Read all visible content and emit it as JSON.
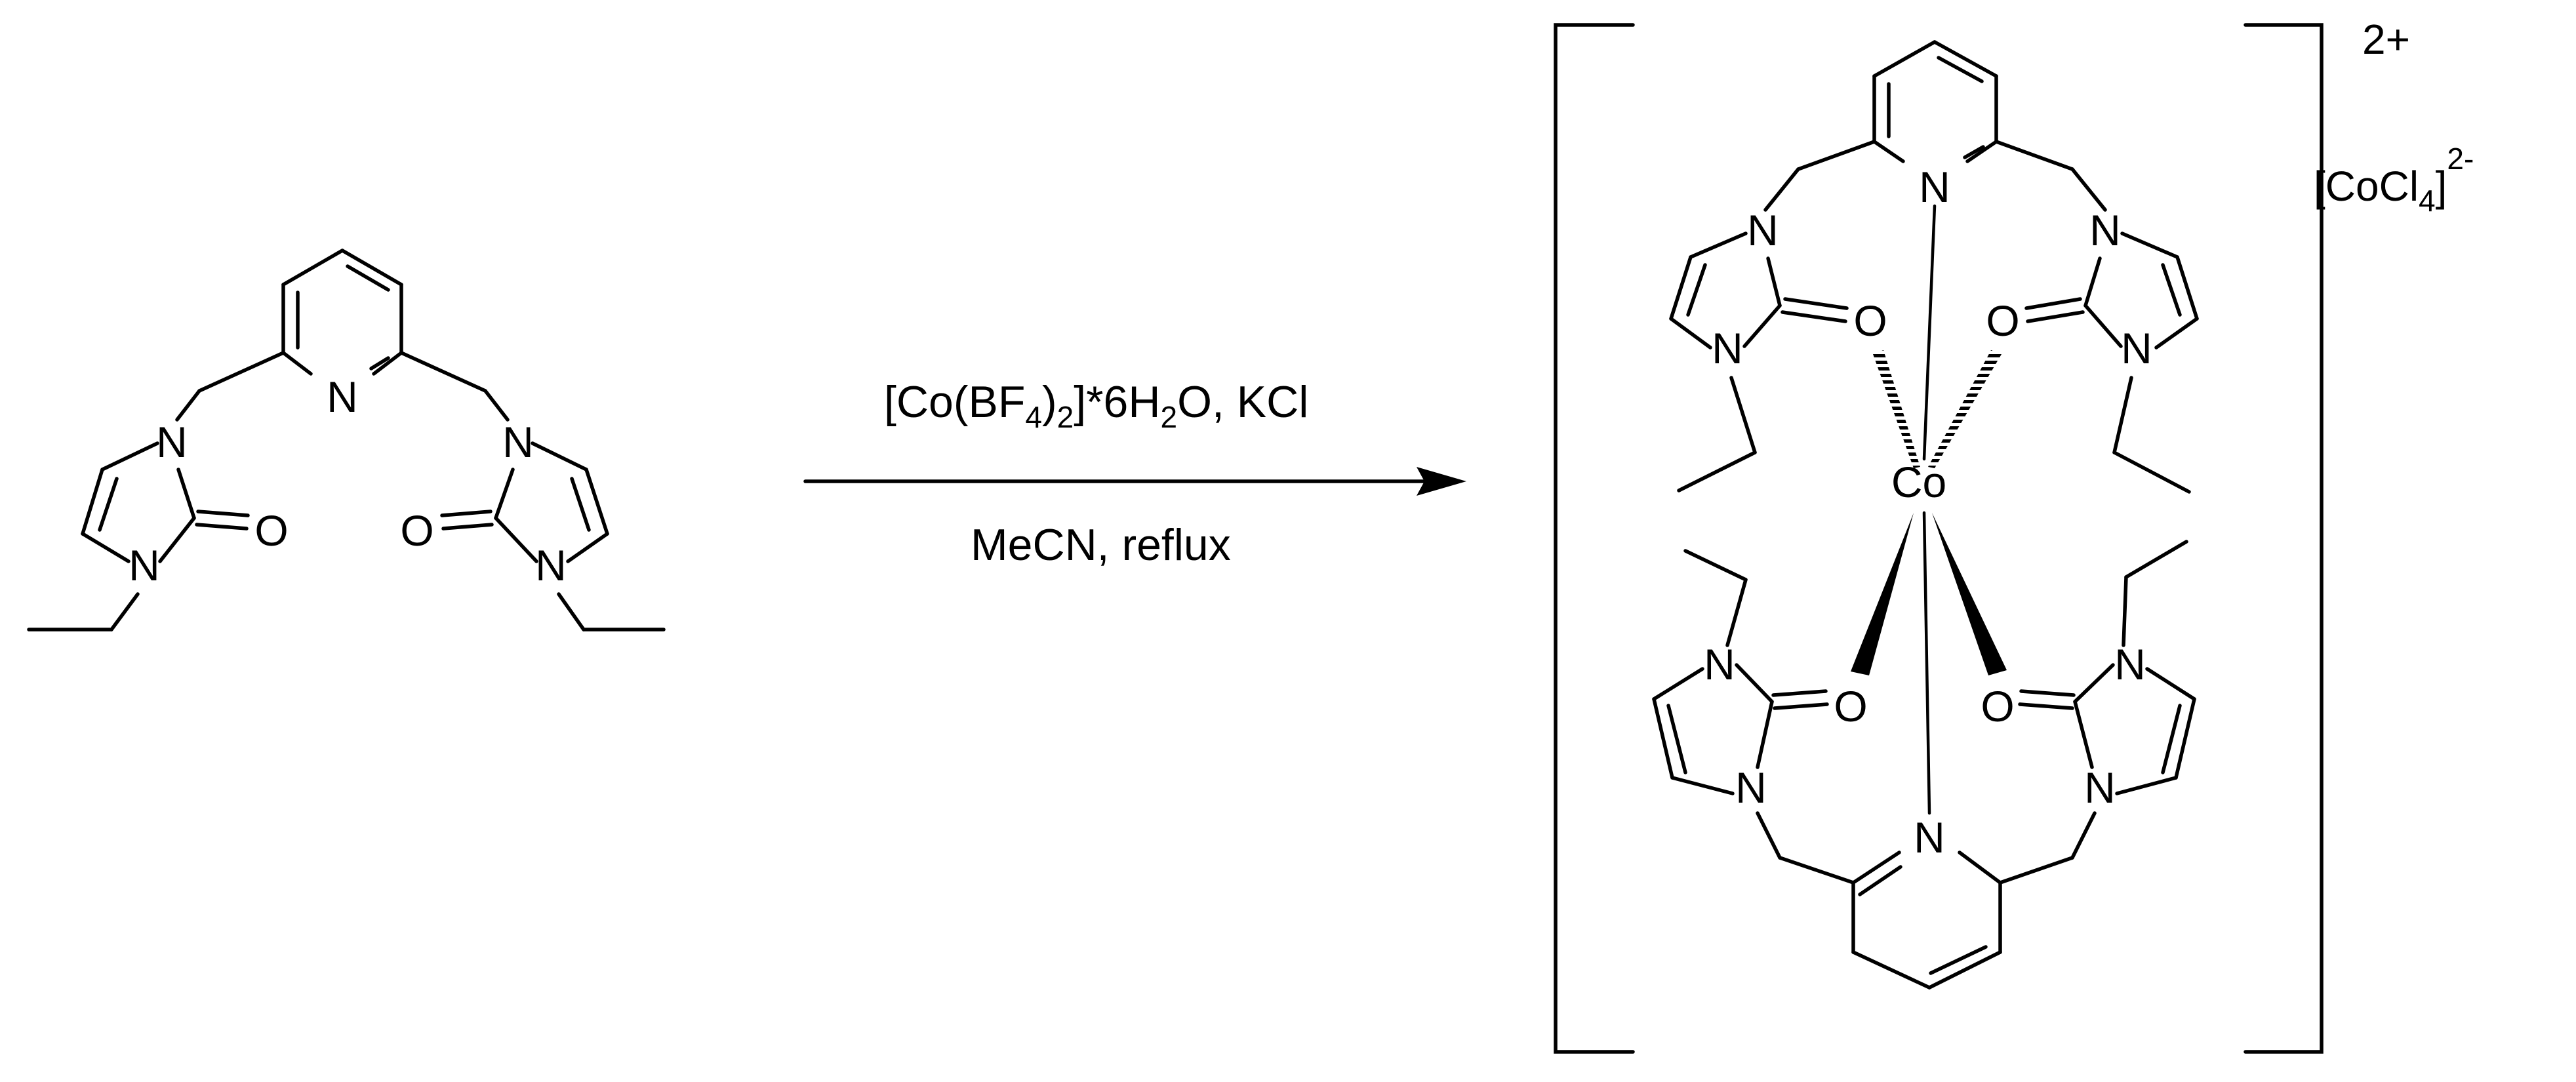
{
  "reagents": {
    "line1_a": "[Co(BF",
    "line1_sub1": "4",
    "line1_b": ")",
    "line1_sub2": "2",
    "line1_c": "]*6H",
    "line1_sub3": "2",
    "line1_d": "O, KCl",
    "line2": "MeCN, reflux"
  },
  "atoms": {
    "N": "N",
    "O": "O",
    "Co": "Co"
  },
  "product": {
    "charge": "2+",
    "counterion_a": "[CoCl",
    "counterion_sub": "4",
    "counterion_b": "]",
    "counterion_sup": "2-"
  }
}
